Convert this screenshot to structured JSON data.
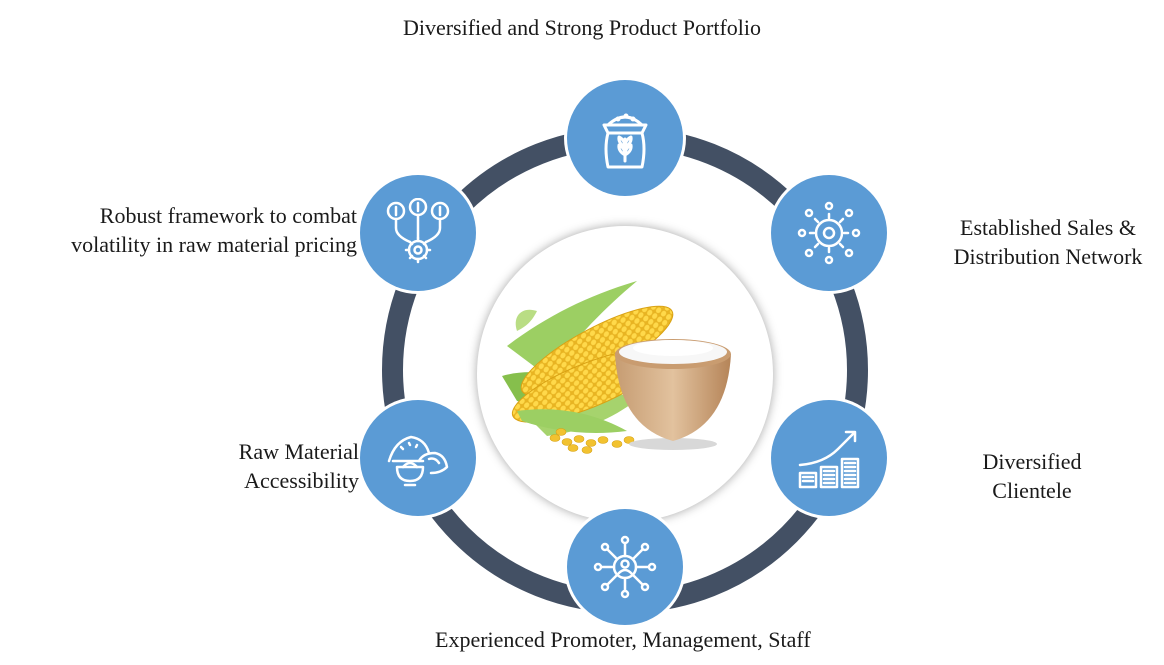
{
  "labels": {
    "top": "Diversified and Strong Product Portfolio",
    "upper_right_line1": "Established Sales &",
    "upper_right_line2": "Distribution Network",
    "lower_right_line1": "Diversified",
    "lower_right_line2": "Clientele",
    "bottom": "Experienced Promoter, Management, Staff",
    "lower_left_line1": "Raw Material",
    "lower_left_line2": "Accessibility",
    "upper_left_line1": "Robust framework to combat",
    "upper_left_line2": "volatility in raw material pricing"
  },
  "icons": {
    "top": "grain-sack-icon",
    "upper_right": "network-gear-icon",
    "lower_right": "growth-chart-icon",
    "bottom": "people-network-icon",
    "lower_left": "raw-material-heap-icon",
    "upper_left": "price-gear-icon"
  },
  "center_image": "corn-and-starch-bowl",
  "colors": {
    "ring": "#435064",
    "node": "#5b9bd5",
    "icon": "#ffffff"
  }
}
